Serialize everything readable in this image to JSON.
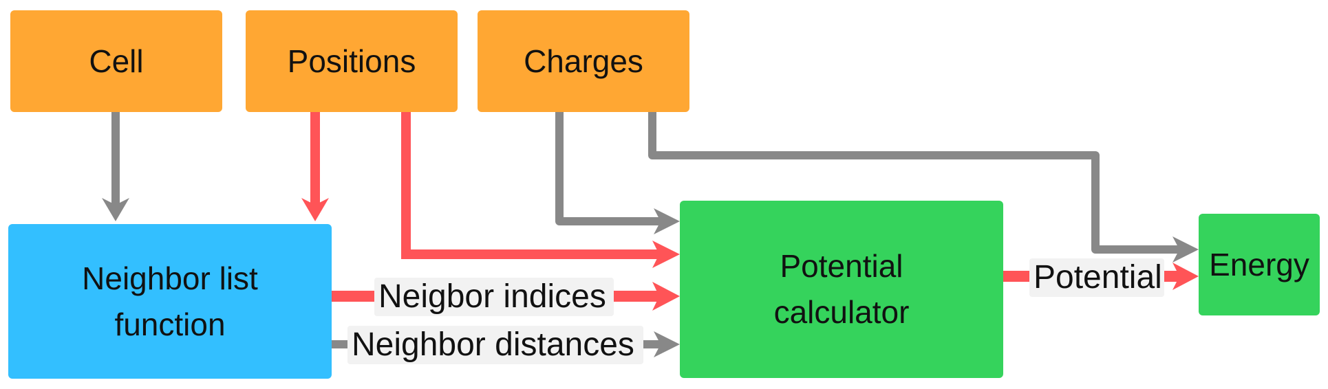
{
  "colors": {
    "input_node": "#FFA733",
    "function_node": "#33BFFF",
    "calculator_node": "#35D35C",
    "output_node": "#35D35C",
    "differentiable_edge": "#FF5457",
    "plain_edge": "#888888"
  },
  "nodes": {
    "cell": "Cell",
    "positions": "Positions",
    "charges": "Charges",
    "neighbor_list": {
      "line1": "Neighbor list",
      "line2": "function"
    },
    "potential_calculator": {
      "line1": "Potential",
      "line2": "calculator"
    },
    "energy": "Energy"
  },
  "edge_labels": {
    "neighbor_indices": "Neigbor indices",
    "neighbor_distances": "Neighbor distances",
    "potential": "Potential"
  }
}
